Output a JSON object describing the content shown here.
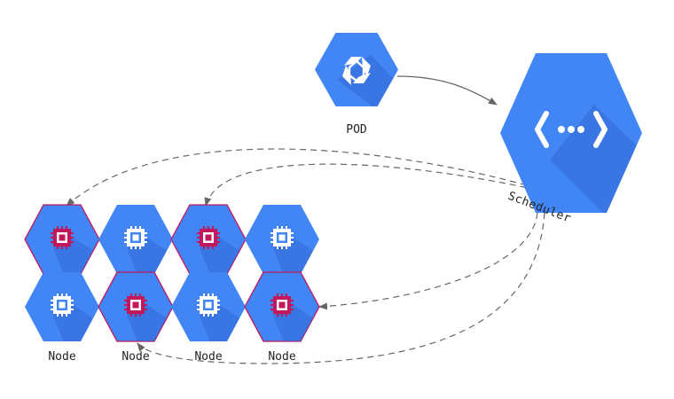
{
  "pod": {
    "label": "POD"
  },
  "scheduler": {
    "label": "Scheduler"
  },
  "node_labels": [
    "Node",
    "Node",
    "Node",
    "Node"
  ],
  "nodes": {
    "top": [
      {
        "highlighted": true
      },
      {
        "highlighted": false
      },
      {
        "highlighted": true
      },
      {
        "highlighted": false
      }
    ],
    "bottom": [
      {
        "highlighted": false
      },
      {
        "highlighted": true
      },
      {
        "highlighted": false
      },
      {
        "highlighted": true
      }
    ]
  },
  "colors": {
    "hex_blue": "#4285f4",
    "hex_shadow": "#3367d6",
    "highlight_border": "#c2185b",
    "chip_red": "#c2185b",
    "chip_white": "#ffffff",
    "arrow": "#666666"
  }
}
